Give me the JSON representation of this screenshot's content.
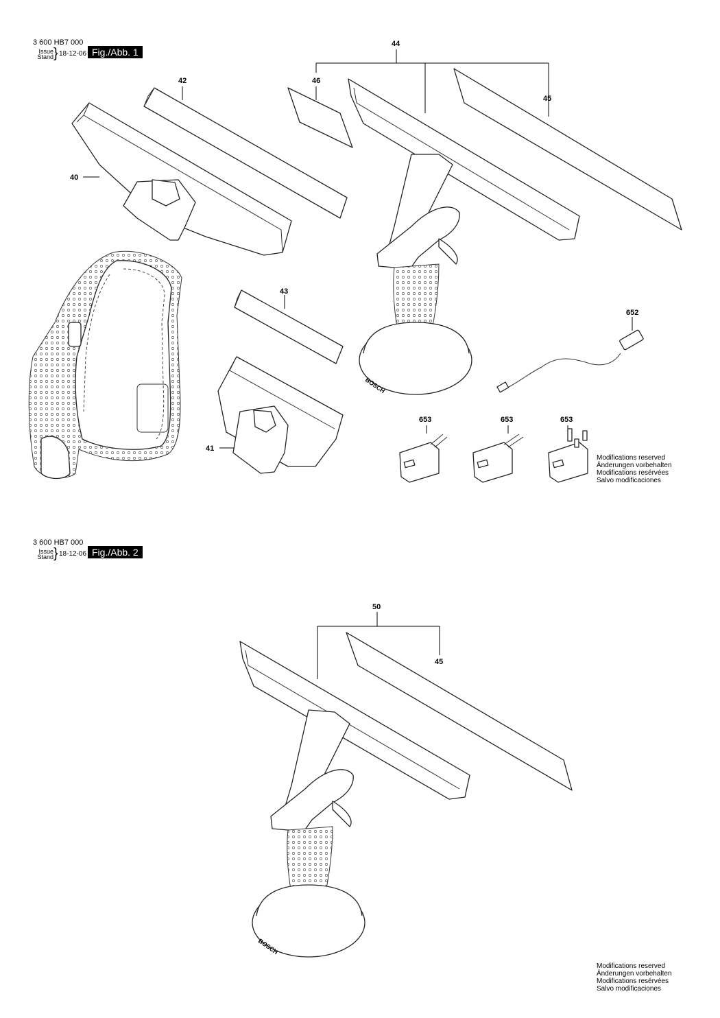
{
  "figure1": {
    "doc_number": "3 600 HB7 000",
    "issue_label": "Issue",
    "stand_label": "Stand",
    "date": "18-12-06",
    "fig_label": "Fig./Abb. 1"
  },
  "figure2": {
    "doc_number": "3 600 HB7 000",
    "issue_label": "Issue",
    "stand_label": "Stand",
    "date": "18-12-06",
    "fig_label": "Fig./Abb. 2"
  },
  "notice1": [
    "Modifications reserved",
    "Änderungen vorbehalten",
    "Modifications resérvées",
    "Salvo modificaciones"
  ],
  "notice2": [
    "Modifications reserved",
    "Änderungen vorbehalten",
    "Modifications resérvées",
    "Salvo modificaciones"
  ],
  "part_labels": {
    "p40": "40",
    "p41": "41",
    "p42": "42",
    "p43": "43",
    "p44": "44",
    "p45a": "45",
    "p46": "46",
    "p652": "652",
    "p653a": "653",
    "p653b": "653",
    "p653c": "653",
    "p50": "50",
    "p45b": "45"
  },
  "brand": "BOSCH"
}
